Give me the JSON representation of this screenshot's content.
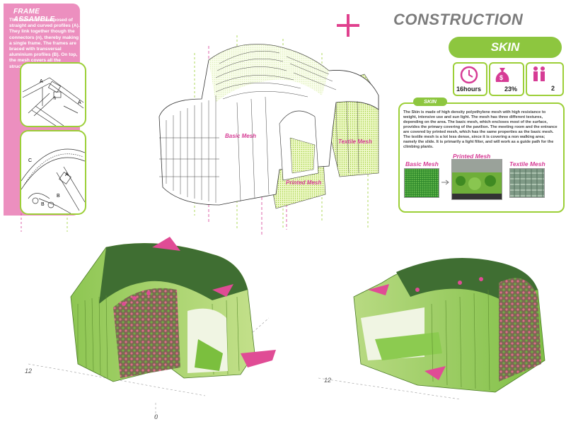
{
  "frame": {
    "title": "FRAME ASSAMBLE",
    "description": "The frames are composed of straight and curved profiles (A). They link together though the connectors (n), thereby making a single frame. The frames are braced with transversal aluminium profiles (B). On top, the mesh covers all the structure (C)",
    "detail_labels": {
      "a1": "A",
      "n": "n",
      "a2": "A",
      "c": "C",
      "a3": "A",
      "b1": "B",
      "b2": "B"
    }
  },
  "header": {
    "title": "CONSTRUCTION",
    "section": "SKIN"
  },
  "stats": [
    {
      "icon": "clock-icon",
      "label": "16hours"
    },
    {
      "icon": "money-bag-icon",
      "label": "23%"
    },
    {
      "icon": "people-icon",
      "label": "2"
    }
  ],
  "skin_panel": {
    "tab": "SKIN",
    "text": "The Skin is made of high density polyethylene mesh with high resistance to weight, intensive use and sun light. The mesh has three different textures, depending on the area. The basic mesh, which encloses most of the surface, provides the primary covering of the pavilion. The meeting room and the entrance are covered by printed mesh, which has the same properties as the basic mesh. The textile mesh is a lot less dense, since it is covering a non walking area; namely the slide. It is primarily a light filter, and will work as a guide path for the climbing plants.",
    "meshes": [
      {
        "label": "Basic Mesh"
      },
      {
        "label": "Printed Mesh"
      },
      {
        "label": "Textile Mesh"
      }
    ]
  },
  "drawing_labels": {
    "basic": "Basic Mesh",
    "printed": "Printed Mesh",
    "textile": "Textile Mesh"
  },
  "dimensions": {
    "left_12": "12",
    "left_0": "0",
    "right_12": "12"
  },
  "colors": {
    "pink": "#ec8fbf",
    "magenta": "#d63c95",
    "green": "#8dc63f",
    "green_border": "#9ccf37"
  }
}
